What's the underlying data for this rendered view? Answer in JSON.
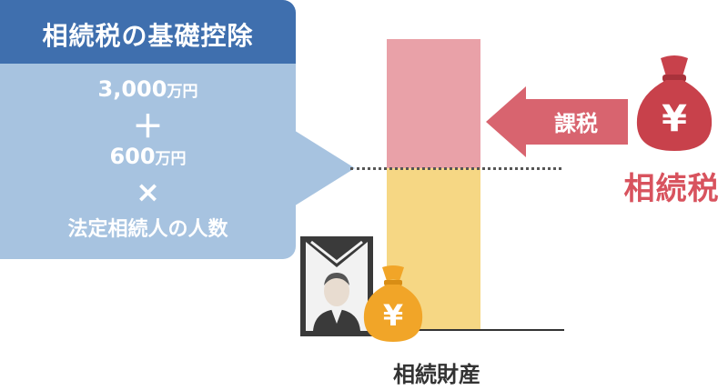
{
  "callout": {
    "title": "相続税の基礎控除",
    "amount1_value": "3,000",
    "amount1_unit": "万円",
    "plus": "＋",
    "amount2_value": "600",
    "amount2_unit": "万円",
    "times": "×",
    "heirs": "法定相続人の人数"
  },
  "arrow": {
    "label": "課税"
  },
  "tax": {
    "label": "相続税",
    "bag_symbol": "¥"
  },
  "estate": {
    "label": "相続財産",
    "bag_symbol": "¥"
  },
  "colors": {
    "header_blue": "#3f6fae",
    "callout_blue": "#a7c3e0",
    "taxable_pink": "#e9a1a8",
    "exempt_yellow": "#f6d784",
    "tax_red": "#c8414b",
    "bag_orange": "#f1a528"
  }
}
